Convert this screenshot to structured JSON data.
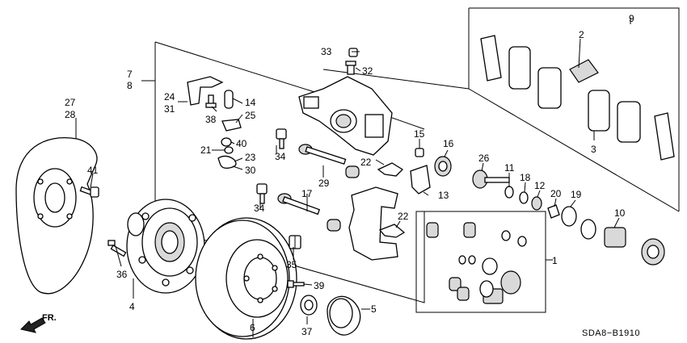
{
  "diagram_code": "SDA8−B1910",
  "direction_label": "FR.",
  "callouts": [
    "1",
    "2",
    "3",
    "4",
    "5",
    "6",
    "7",
    "8",
    "9",
    "10",
    "11",
    "12",
    "13",
    "14",
    "15",
    "16",
    "17",
    "18",
    "19",
    "20",
    "21",
    "22",
    "22",
    "23",
    "24",
    "25",
    "26",
    "27",
    "28",
    "29",
    "30",
    "31",
    "32",
    "33",
    "34",
    "34",
    "35",
    "36",
    "37",
    "38",
    "39",
    "40",
    "41"
  ],
  "icons": {
    "direction_arrow": "arrow-down-left-icon"
  }
}
